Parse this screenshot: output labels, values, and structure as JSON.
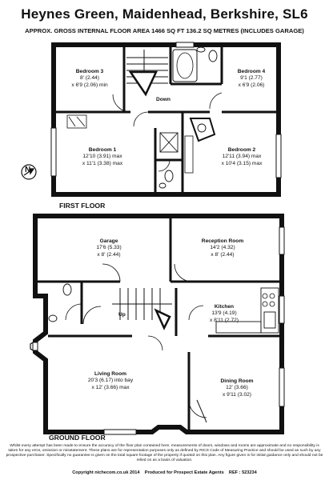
{
  "header": {
    "title": "Heynes Green, Maidenhead, Berkshire, SL6",
    "subtitle": "APPROX. GROSS INTERNAL FLOOR AREA 1466 SQ FT 136.2 SQ METRES (INCLUDES GARAGE)"
  },
  "compass": {
    "label": "N"
  },
  "first_floor": {
    "label": "FIRST FLOOR",
    "stair_label": "Down",
    "rooms": [
      {
        "name": "Bedroom 3",
        "dim1": "8' (2.44)",
        "dim2": "x 6'9 (2.06) min"
      },
      {
        "name": "Bedroom 4",
        "dim1": "9'1 (2.77)",
        "dim2": "x 6'9 (2.06)"
      },
      {
        "name": "Bedroom 1",
        "dim1": "12'10 (3.91) max",
        "dim2": "x 11'1 (3.38) max"
      },
      {
        "name": "Bedroom 2",
        "dim1": "12'11 (3.94) max",
        "dim2": "x 10'4 (3.15) max"
      }
    ]
  },
  "ground_floor": {
    "label": "GROUND FLOOR",
    "stair_label": "Up",
    "rooms": [
      {
        "name": "Garage",
        "dim1": "17'6 (5.33)",
        "dim2": "x 8' (2.44)"
      },
      {
        "name": "Reception Room",
        "dim1": "14'2 (4.32)",
        "dim2": "x 8' (2.44)"
      },
      {
        "name": "Kitchen",
        "dim1": "13'9 (4.19)",
        "dim2": "x 8'11 (2.72)"
      },
      {
        "name": "Living Room",
        "dim1": "20'3 (6.17) into bay",
        "dim2": "x 12' (3.66) max"
      },
      {
        "name": "Dining Room",
        "dim1": "12' (3.66)",
        "dim2": "x 9'11 (3.02)"
      }
    ]
  },
  "disclaimer": "Whilst every attempt has been made to ensure the accuracy of the floor plan contained here, measurements of doors, windows and rooms are approximate and no responsibility is taken for any error, omission or misstatement. These plans are for representation purposes only as defined by RICS Code of Measuring Practice and should be used as such by any prospective purchaser. Specifically no guarantee is given on the total square footage of the property if quoted on this plan. Any figure given is for initial guidance only and should not be relied on as a basis of valuation.",
  "footer": {
    "copyright": "Copyright nichecom.co.uk 2014",
    "produced": "Produced for Prospect Estate Agents",
    "ref": "REF : 523234"
  }
}
